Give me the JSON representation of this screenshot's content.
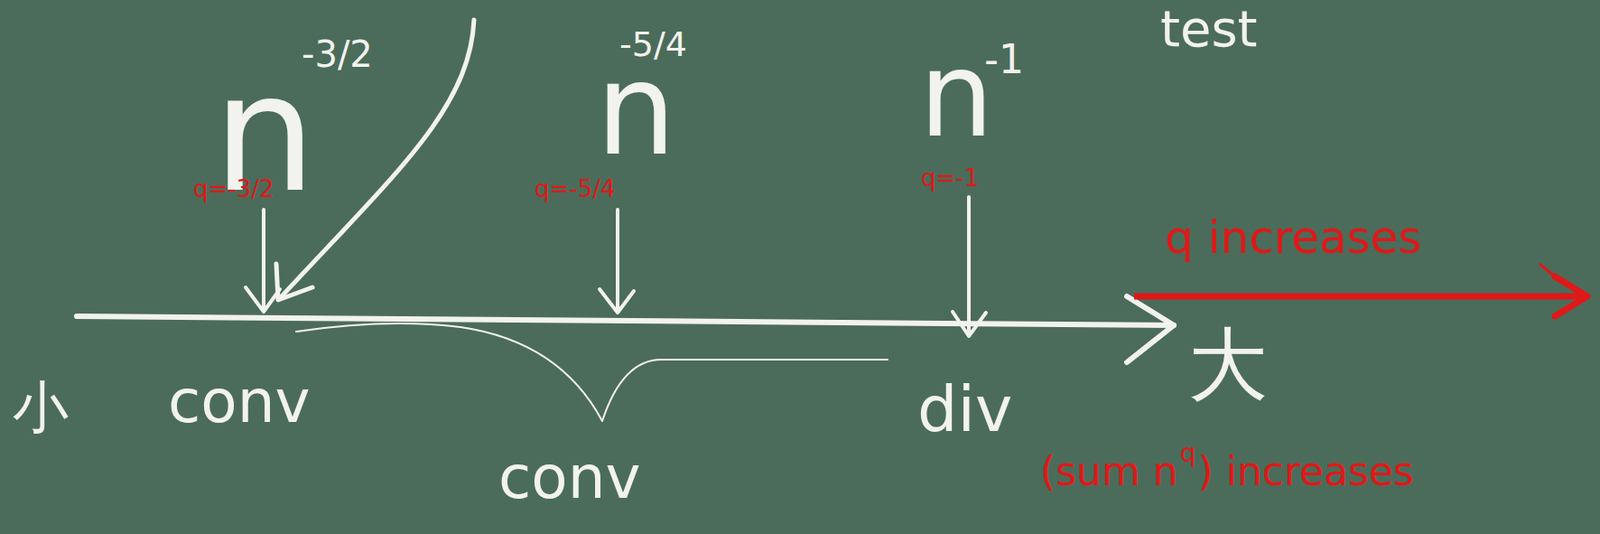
{
  "diagram": {
    "labels": [
      "test",
      "n",
      "-3/2",
      "q=-3/2",
      "n",
      "-5/4",
      "q=-5/4",
      "n",
      "-1",
      "q=-1",
      "q increases",
      "小",
      "conv",
      "conv",
      "div",
      "大",
      "(sum n",
      "q",
      ") increases"
    ]
  }
}
